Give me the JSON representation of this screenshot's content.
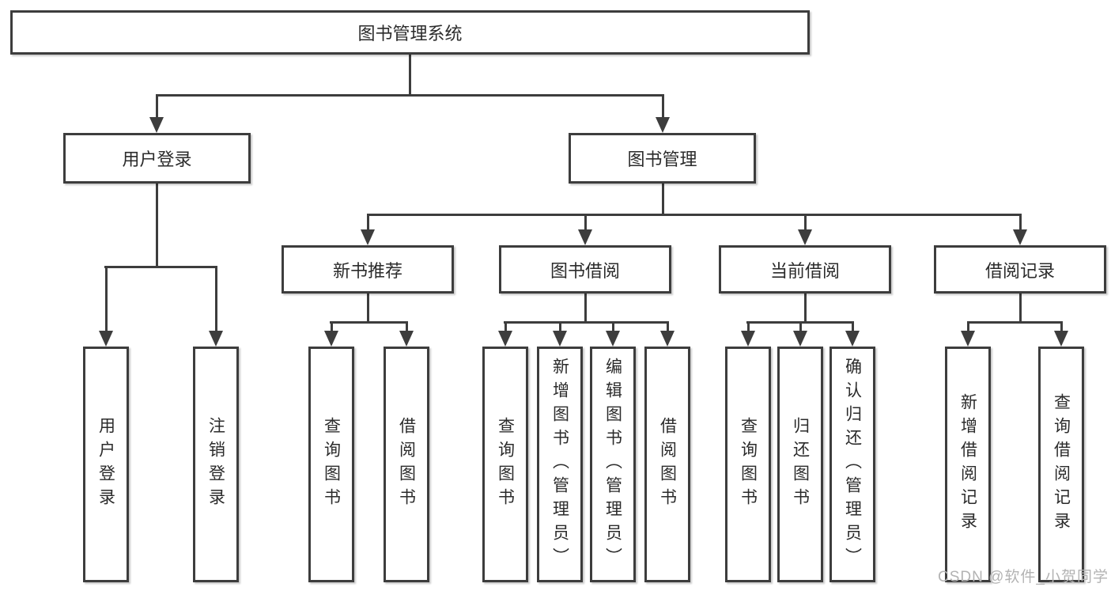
{
  "diagram": {
    "root": {
      "label": "图书管理系统"
    },
    "level2": [
      {
        "label": "用户登录"
      },
      {
        "label": "图书管理"
      }
    ],
    "level3": [
      {
        "label": "新书推荐"
      },
      {
        "label": "图书借阅"
      },
      {
        "label": "当前借阅"
      },
      {
        "label": "借阅记录"
      }
    ],
    "leaves": {
      "user_login": [
        {
          "label": "用户登录"
        },
        {
          "label": "注销登录"
        }
      ],
      "new_book_recommend": [
        {
          "label": "查询图书"
        },
        {
          "label": "借阅图书"
        }
      ],
      "book_borrow": [
        {
          "label": "查询图书"
        },
        {
          "label": "新增图书（管理员）"
        },
        {
          "label": "编辑图书（管理员）"
        },
        {
          "label": "借阅图书"
        }
      ],
      "current_borrow": [
        {
          "label": "查询图书"
        },
        {
          "label": "归还图书"
        },
        {
          "label": "确认归还（管理员）"
        }
      ],
      "borrow_record": [
        {
          "label": "新增借阅记录"
        },
        {
          "label": "查询借阅记录"
        }
      ]
    },
    "watermark": "CSDN @软件_小贺同学",
    "colors": {
      "line": "#3d3d3d",
      "box_border": "#3d3d3d",
      "box_background": "#ffffff",
      "text": "#2b2b2b",
      "watermark": "#b3b3b3",
      "page_background": "#ffffff"
    }
  }
}
